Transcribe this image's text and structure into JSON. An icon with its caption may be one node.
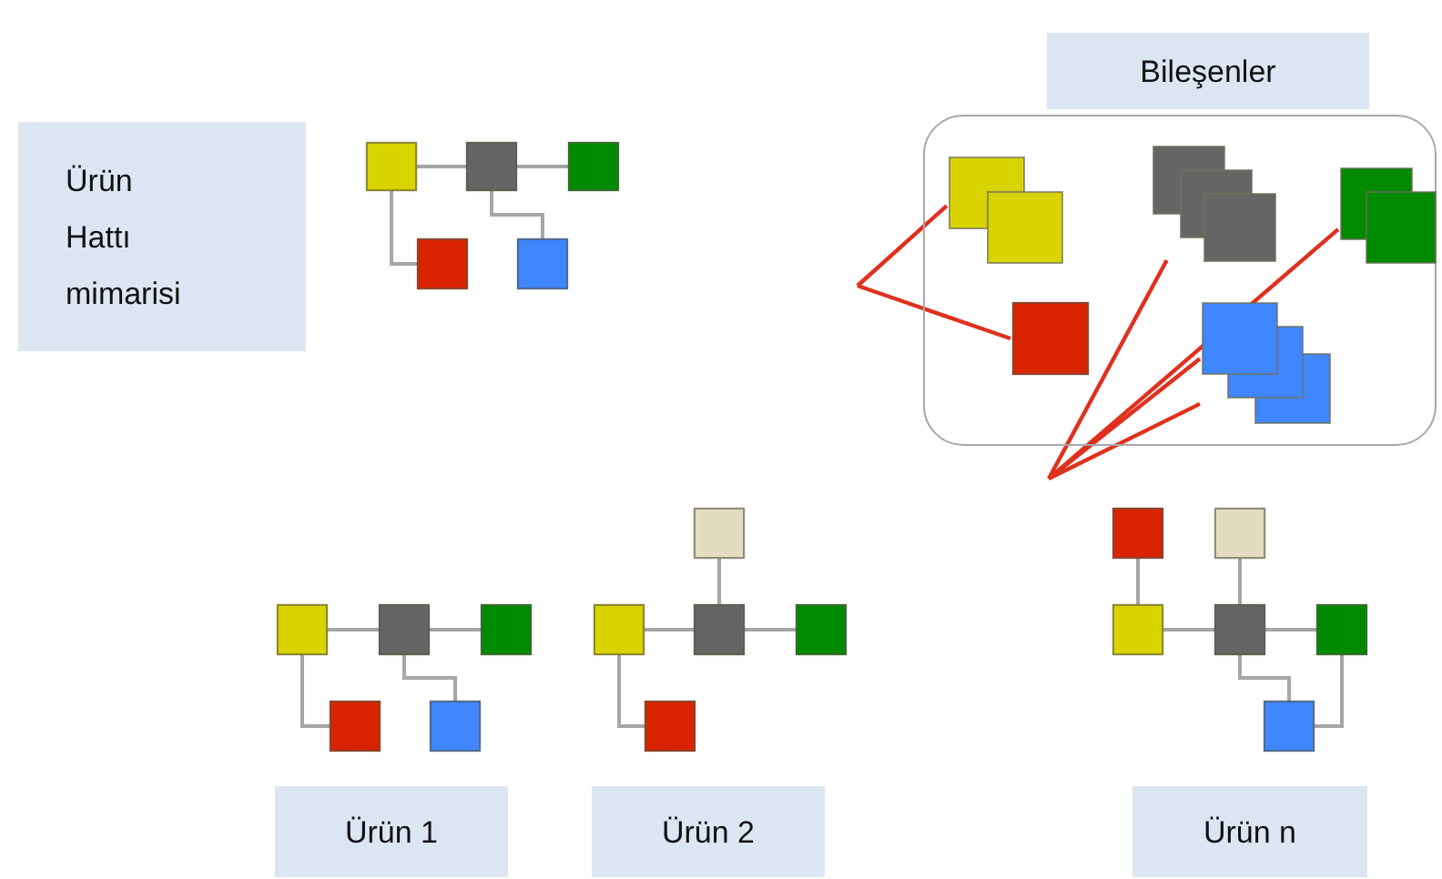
{
  "diagram": {
    "nodes": [
      {
        "text": [
          "Ürün Hattı mimarisi"
        ]
      },
      {
        "text": [
          "Bileşenler"
        ]
      },
      {
        "text": [],
        "shape": "box"
      },
      {
        "text": [],
        "shape": "box"
      },
      {
        "text": [],
        "shape": "box"
      },
      {
        "text": [],
        "shape": "box"
      },
      {
        "text": [],
        "shape": "box"
      },
      {
        "text": [],
        "shape": "box"
      },
      {
        "text": [],
        "shape": "box",
        "in": 7
      },
      {
        "text": [],
        "shape": "box",
        "in": 7
      },
      {
        "text": [],
        "shape": "box",
        "in": 7
      },
      {
        "text": [],
        "shape": "box",
        "in": 7
      },
      {
        "text": [],
        "shape": "box",
        "in": 7
      },
      {
        "text": [],
        "shape": "box"
      },
      {
        "text": [],
        "shape": "box"
      },
      {
        "text": [],
        "shape": "box"
      },
      {
        "text": [],
        "shape": "box"
      },
      {
        "text": [],
        "shape": "box"
      },
      {
        "text": [],
        "shape": "box"
      },
      {
        "text": [],
        "shape": "box"
      },
      {
        "text": [],
        "shape": "box"
      },
      {
        "text": [],
        "shape": "box"
      },
      {
        "text": [],
        "shape": "box"
      },
      {
        "text": [],
        "shape": "box"
      },
      {
        "text": [],
        "shape": "box"
      },
      {
        "text": [],
        "shape": "box"
      },
      {
        "text": [],
        "shape": "box"
      },
      {
        "text": [],
        "shape": "box"
      },
      {
        "text": [],
        "shape": "box"
      },
      {
        "text": [
          "Ürün 1"
        ]
      },
      {
        "text": [
          "Ürün 2"
        ]
      },
      {
        "text": [
          "Ürün n"
        ]
      }
    ],
    "edges": [
      {
        "from": 2,
        "to": 3,
        "arrow": "none"
      },
      {
        "from": 3,
        "to": 4,
        "arrow": "none"
      },
      {
        "from": 2,
        "to": 5,
        "arrow": "none"
      },
      {
        "from": 3,
        "to": 6,
        "arrow": "none"
      },
      {
        "from": null,
        "to": 8,
        "arrow": "none",
        "color": "#e0301e"
      },
      {
        "from": null,
        "to": 11,
        "arrow": "none",
        "color": "#e0301e"
      },
      {
        "from": null,
        "to": 9,
        "arrow": "none",
        "color": "#e0301e"
      },
      {
        "from": null,
        "to": 10,
        "arrow": "none",
        "color": "#e0301e"
      },
      {
        "from": null,
        "to": 12,
        "arrow": "none",
        "color": "#e0301e"
      },
      {
        "from": null,
        "to": 12,
        "arrow": "none",
        "color": "#e0301e"
      },
      {
        "from": 13,
        "to": 14,
        "arrow": "none"
      },
      {
        "from": 14,
        "to": 15,
        "arrow": "none"
      },
      {
        "from": 13,
        "to": 16,
        "arrow": "none"
      },
      {
        "from": 14,
        "to": 17,
        "arrow": "none"
      },
      {
        "from": 18,
        "to": 20,
        "arrow": "none"
      },
      {
        "from": 19,
        "to": 20,
        "arrow": "none"
      },
      {
        "from": 20,
        "to": 21,
        "arrow": "none"
      },
      {
        "from": 19,
        "to": 22,
        "arrow": "none"
      },
      {
        "from": 23,
        "to": 25,
        "arrow": "none"
      },
      {
        "from": 24,
        "to": 26,
        "arrow": "none"
      },
      {
        "from": 25,
        "to": 26,
        "arrow": "none"
      },
      {
        "from": 26,
        "to": 27,
        "arrow": "none"
      },
      {
        "from": 26,
        "to": 28,
        "arrow": "none"
      },
      {
        "from": 27,
        "to": 28,
        "arrow": "none"
      }
    ]
  }
}
